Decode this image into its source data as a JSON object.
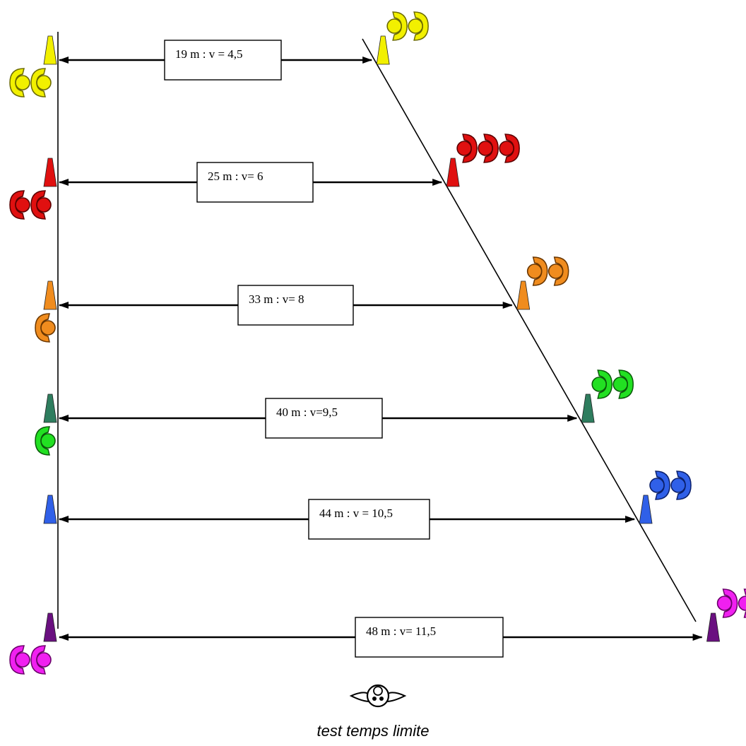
{
  "caption": "test temps limite",
  "rows": [
    {
      "label": "19 m : v = 4,5",
      "color": "#f2f000",
      "dark": "#6b6a00",
      "cone": "#f2f000",
      "left_players": 2,
      "right_players": 2
    },
    {
      "label": "25 m : v= 6",
      "color": "#e01010",
      "dark": "#5a0000",
      "cone": "#e01010",
      "left_players": 2,
      "right_players": 3
    },
    {
      "label": "33 m : v= 8",
      "color": "#f08c1e",
      "dark": "#6a3600",
      "cone": "#f08c1e",
      "left_players": 1,
      "right_players": 2
    },
    {
      "label": "40 m : v=9,5",
      "color": "#22e022",
      "dark": "#0a5a0a",
      "cone": "#2e7d5e",
      "left_players": 1,
      "right_players": 2
    },
    {
      "label": "44 m : v = 10,5",
      "color": "#3060e8",
      "dark": "#0a1f6b",
      "cone": "#3060e8",
      "left_players": 0,
      "right_players": 2
    },
    {
      "label": "48 m : v= 11,5",
      "color": "#f020f0",
      "dark": "#6a006a",
      "cone": "#6a1080",
      "left_players": 2,
      "right_players": 2
    }
  ],
  "icons": {
    "cone": "cone-icon",
    "player": "player-icon",
    "coach": "coach-icon"
  }
}
